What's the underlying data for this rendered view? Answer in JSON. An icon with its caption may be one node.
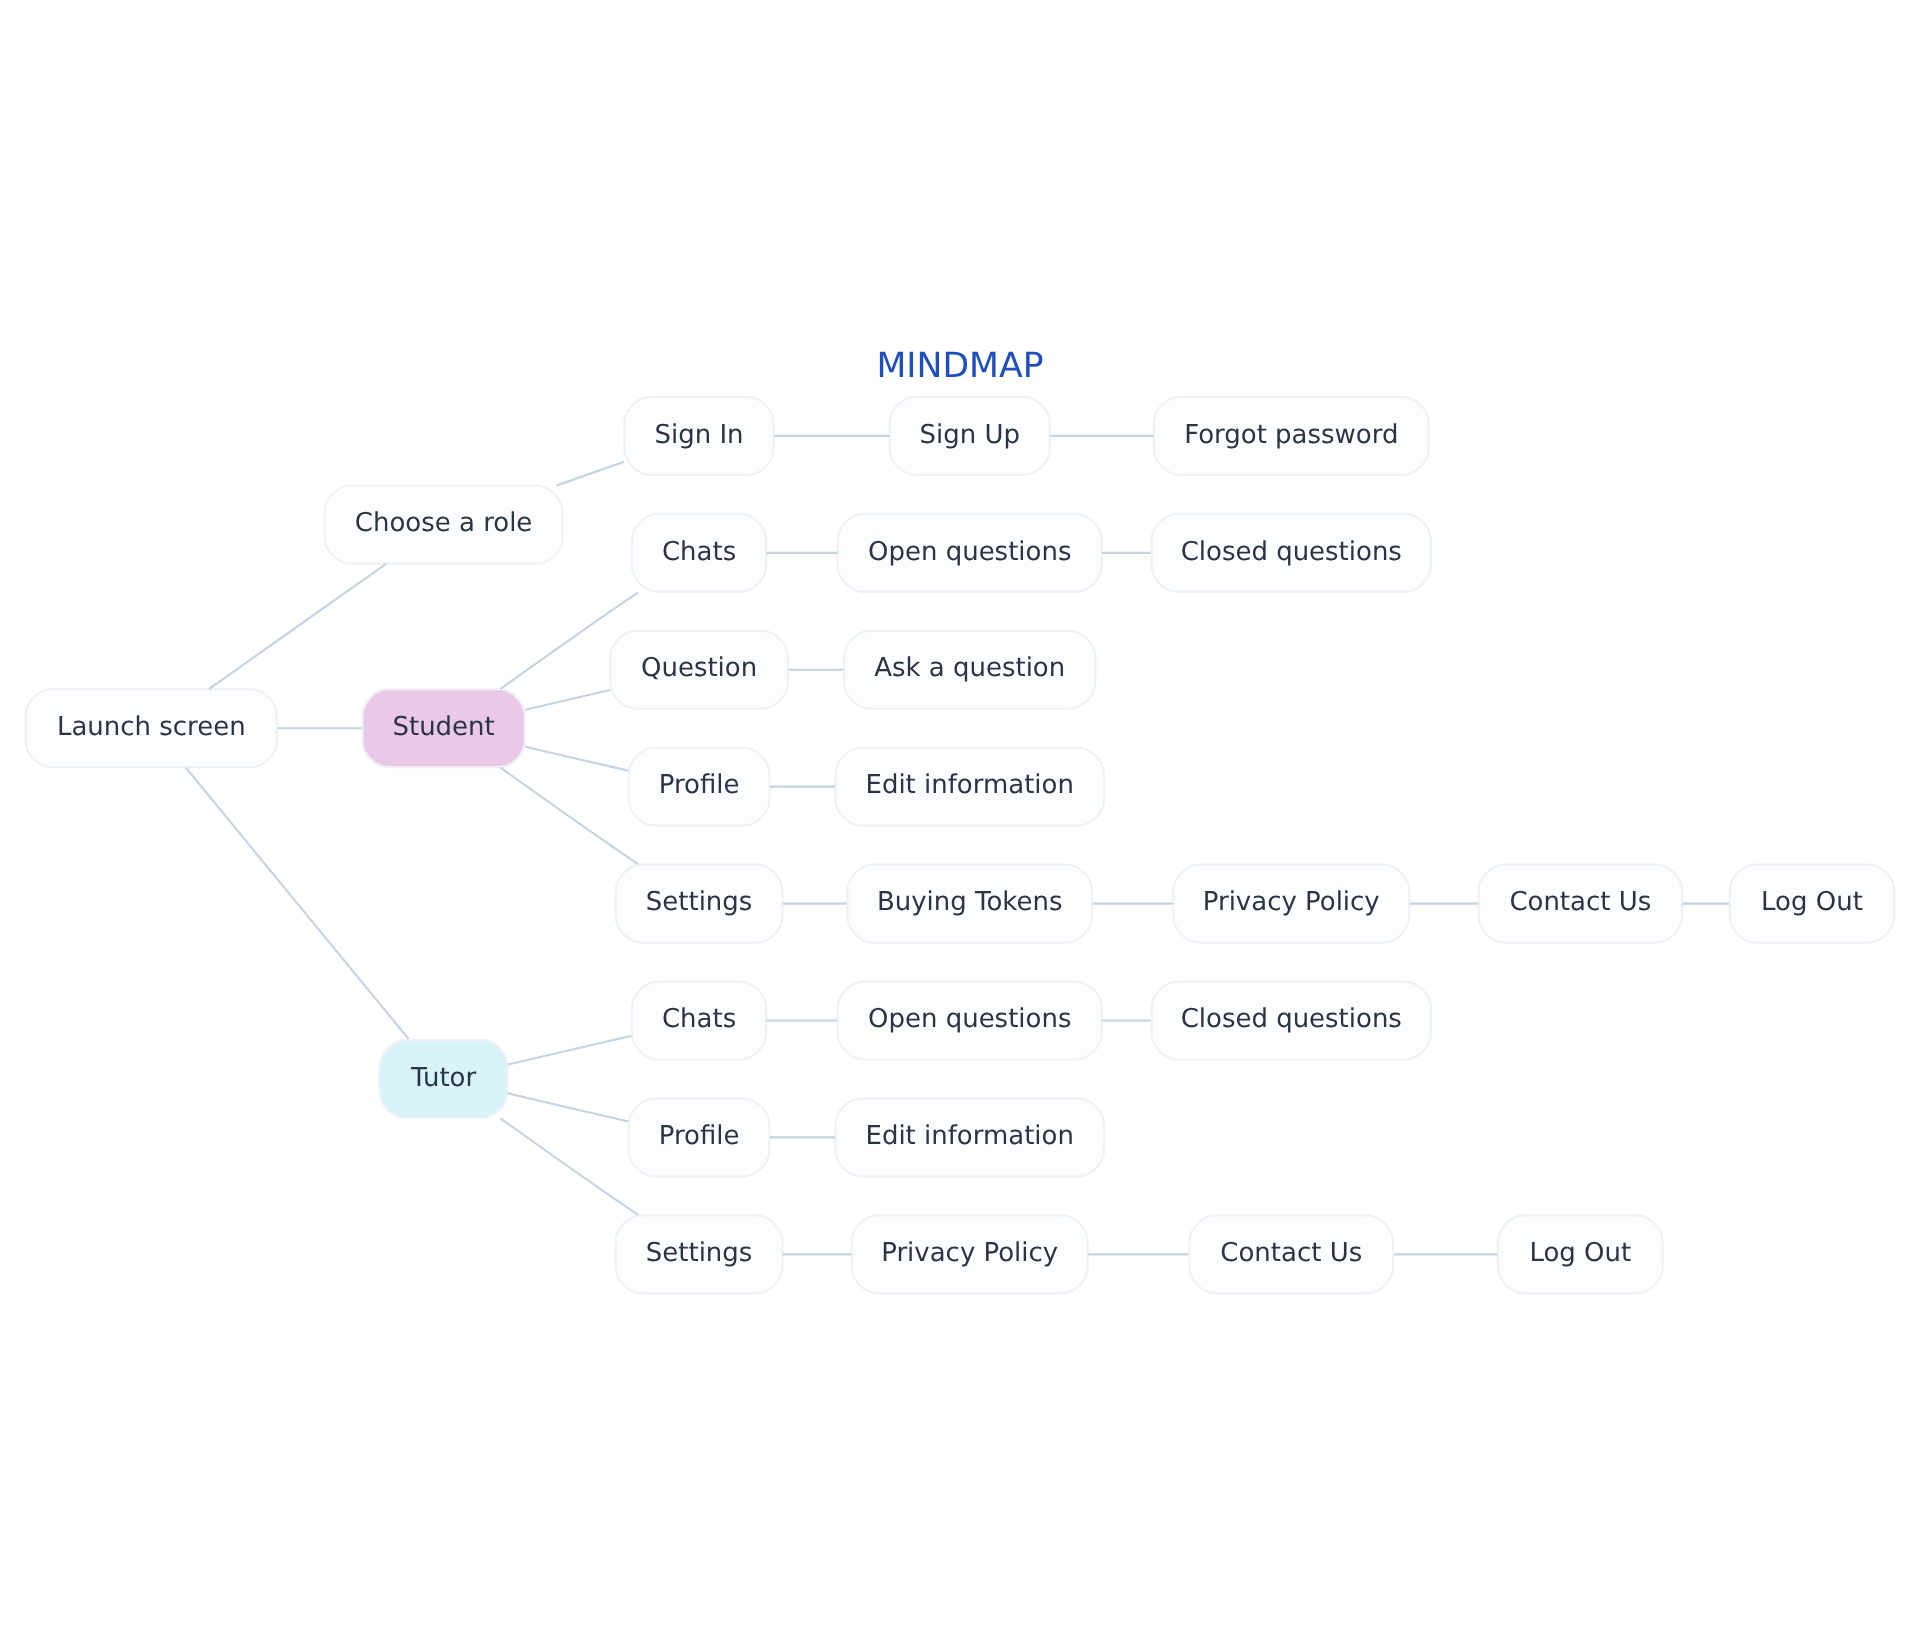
{
  "diagram": {
    "title": "MINDMAP",
    "nodes": [
      {
        "text": [
          "Launch screen"
        ]
      },
      {
        "text": [
          "Choose a role"
        ]
      },
      {
        "text": [
          "Sign In"
        ]
      },
      {
        "text": [
          "Sign Up"
        ]
      },
      {
        "text": [
          "Forgot password"
        ]
      },
      {
        "text": [
          "Student"
        ]
      },
      {
        "text": [
          "Chats"
        ]
      },
      {
        "text": [
          "Open questions"
        ]
      },
      {
        "text": [
          "Closed questions"
        ]
      },
      {
        "text": [
          "Question"
        ]
      },
      {
        "text": [
          "Ask a question"
        ]
      },
      {
        "text": [
          "Profile"
        ]
      },
      {
        "text": [
          "Edit information"
        ]
      },
      {
        "text": [
          "Settings"
        ]
      },
      {
        "text": [
          "Buying Tokens"
        ]
      },
      {
        "text": [
          "Privacy Policy"
        ]
      },
      {
        "text": [
          "Contact Us"
        ]
      },
      {
        "text": [
          "Log Out"
        ]
      },
      {
        "text": [
          "Tutor"
        ]
      },
      {
        "text": [
          "Chats"
        ]
      },
      {
        "text": [
          "Open questions"
        ]
      },
      {
        "text": [
          "Closed questions"
        ]
      },
      {
        "text": [
          "Profile"
        ]
      },
      {
        "text": [
          "Edit information"
        ]
      },
      {
        "text": [
          "Settings"
        ]
      },
      {
        "text": [
          "Privacy Policy"
        ]
      },
      {
        "text": [
          "Contact Us"
        ]
      },
      {
        "text": [
          "Log Out"
        ]
      }
    ],
    "edges": [
      {
        "from": 0,
        "to": 1,
        "arrow": "none"
      },
      {
        "from": 1,
        "to": 2,
        "arrow": "none"
      },
      {
        "from": 2,
        "to": 3,
        "arrow": "none"
      },
      {
        "from": 3,
        "to": 4,
        "arrow": "none"
      },
      {
        "from": 0,
        "to": 5,
        "arrow": "none"
      },
      {
        "from": 5,
        "to": 6,
        "arrow": "none"
      },
      {
        "from": 6,
        "to": 7,
        "arrow": "none"
      },
      {
        "from": 7,
        "to": 8,
        "arrow": "none"
      },
      {
        "from": 5,
        "to": 9,
        "arrow": "none"
      },
      {
        "from": 9,
        "to": 10,
        "arrow": "none"
      },
      {
        "from": 5,
        "to": 11,
        "arrow": "none"
      },
      {
        "from": 11,
        "to": 12,
        "arrow": "none"
      },
      {
        "from": 5,
        "to": 13,
        "arrow": "none"
      },
      {
        "from": 13,
        "to": 14,
        "arrow": "none"
      },
      {
        "from": 14,
        "to": 15,
        "arrow": "none"
      },
      {
        "from": 15,
        "to": 16,
        "arrow": "none"
      },
      {
        "from": 16,
        "to": 17,
        "arrow": "none"
      },
      {
        "from": 0,
        "to": 18,
        "arrow": "none"
      },
      {
        "from": 18,
        "to": 19,
        "arrow": "none"
      },
      {
        "from": 19,
        "to": 20,
        "arrow": "none"
      },
      {
        "from": 20,
        "to": 21,
        "arrow": "none"
      },
      {
        "from": 18,
        "to": 22,
        "arrow": "none"
      },
      {
        "from": 22,
        "to": 23,
        "arrow": "none"
      },
      {
        "from": 18,
        "to": 24,
        "arrow": "none"
      },
      {
        "from": 24,
        "to": 25,
        "arrow": "none"
      },
      {
        "from": 25,
        "to": 26,
        "arrow": "none"
      },
      {
        "from": 26,
        "to": 27,
        "arrow": "none"
      }
    ]
  }
}
